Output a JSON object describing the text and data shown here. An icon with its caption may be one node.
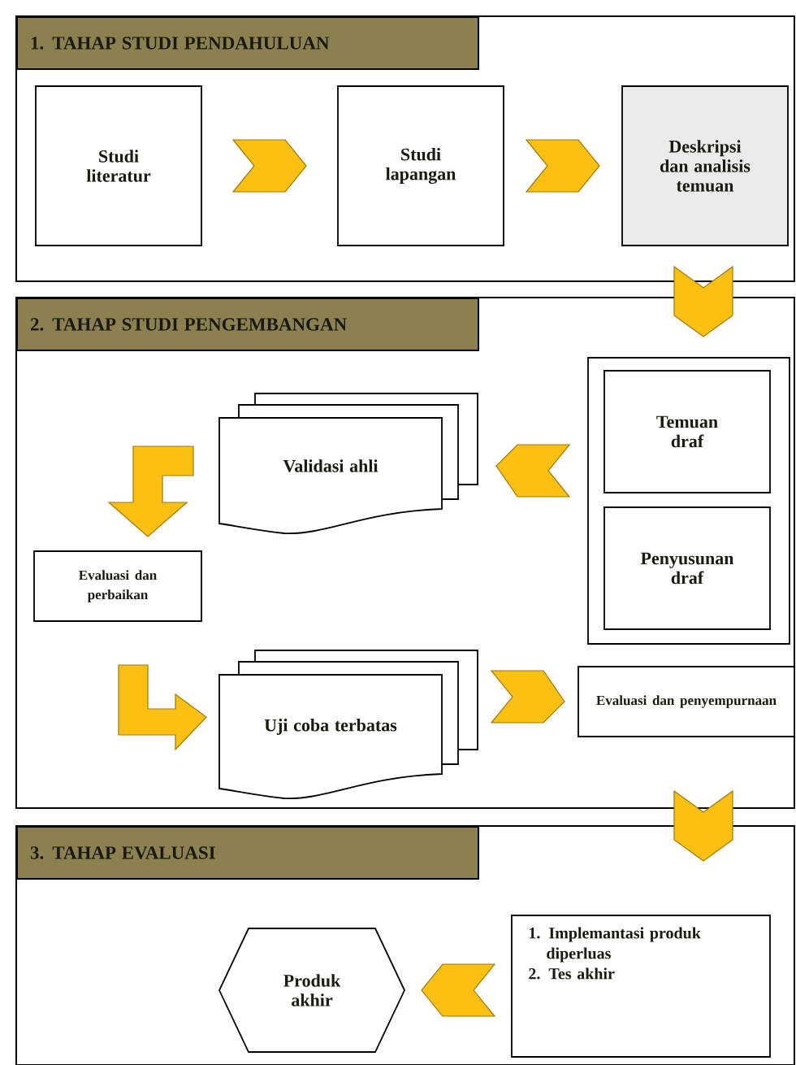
{
  "diagram": {
    "nodes": [
      {
        "text": [
          "1. TAHAP STUDI PENDAHULUAN"
        ]
      },
      {
        "text": [
          "Studi literatur"
        ],
        "in": 0
      },
      {
        "text": [
          "Studi lapangan"
        ],
        "in": 0
      },
      {
        "text": [
          "Deskripsi dan analisis temuan"
        ],
        "in": 0
      },
      {
        "text": [
          "2. TAHAP STUDI PENGEMBANGAN"
        ]
      },
      {
        "text": [],
        "shape": "box",
        "in": 4
      },
      {
        "text": [
          "Temuan draf"
        ],
        "in": 5
      },
      {
        "text": [
          "Penyusunan draf"
        ],
        "in": 5
      },
      {
        "text": [
          "Validasi ahli"
        ],
        "in": 4
      },
      {
        "text": [
          "Evaluasi dan perbaikan"
        ],
        "in": 4
      },
      {
        "text": [
          "Uji coba terbatas"
        ],
        "in": 4
      },
      {
        "text": [
          "Evaluasi dan penyempurnaan"
        ],
        "in": 4
      },
      {
        "text": [
          "3. TAHAP EVALUASI"
        ]
      },
      {
        "text": [
          "1. Implemantasi produk diperluas",
          "2. Tes akhir"
        ],
        "in": 12
      },
      {
        "text": [
          "Produk akhir"
        ],
        "in": 12
      }
    ],
    "edges": [
      {
        "from": 1,
        "to": 2,
        "arrow": "to"
      },
      {
        "from": 2,
        "to": 3,
        "arrow": "to"
      },
      {
        "from": 3,
        "to": 5,
        "arrow": "to"
      },
      {
        "from": 5,
        "to": 8,
        "arrow": "to"
      },
      {
        "from": 8,
        "to": 9,
        "arrow": "to"
      },
      {
        "from": 9,
        "to": 10,
        "arrow": "to"
      },
      {
        "from": 10,
        "to": 11,
        "arrow": "to"
      },
      {
        "from": 11,
        "to": 13,
        "arrow": "to"
      },
      {
        "from": 13,
        "to": 14,
        "arrow": "to"
      }
    ]
  }
}
